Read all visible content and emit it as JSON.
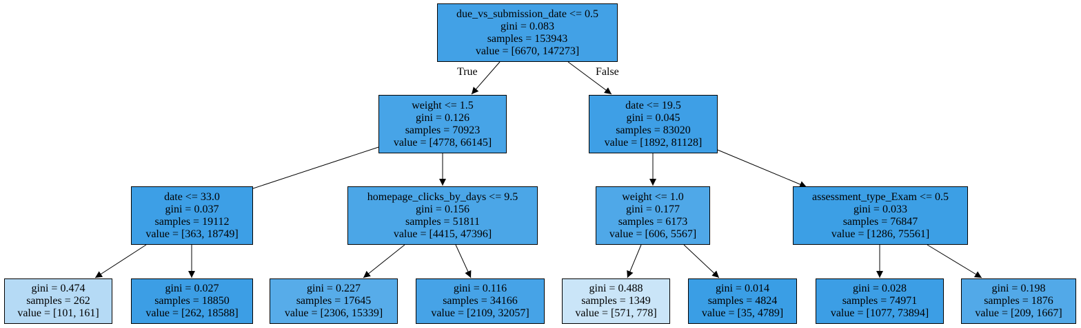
{
  "tree": {
    "branch_labels": {
      "true": "True",
      "false": "False"
    },
    "nodes": {
      "n0": {
        "lines": [
          "due_vs_submission_date <= 0.5",
          "gini = 0.083",
          "samples = 153943",
          "value = [6670, 147273]"
        ],
        "fill": "#42a1e6"
      },
      "n1": {
        "lines": [
          "weight <= 1.5",
          "gini = 0.126",
          "samples = 70923",
          "value = [4778, 66145]"
        ],
        "fill": "#47a4e7"
      },
      "n2": {
        "lines": [
          "date <= 19.5",
          "gini = 0.045",
          "samples = 83020",
          "value = [1892, 81128]"
        ],
        "fill": "#3e9fe6"
      },
      "n3": {
        "lines": [
          "date <= 33.0",
          "gini = 0.037",
          "samples = 19112",
          "value = [363, 18749]"
        ],
        "fill": "#3d9fe6"
      },
      "n4": {
        "lines": [
          "homepage_clicks_by_days <= 9.5",
          "gini = 0.156",
          "samples = 51811",
          "value = [4415, 47396]"
        ],
        "fill": "#4ba6e7"
      },
      "n5": {
        "lines": [
          "weight <= 1.0",
          "gini = 0.177",
          "samples = 6173",
          "value = [606, 5567]"
        ],
        "fill": "#4fa8e8"
      },
      "n6": {
        "lines": [
          "assessment_type_Exam <= 0.5",
          "gini = 0.033",
          "samples = 76847",
          "value = [1286, 75561]"
        ],
        "fill": "#3c9fe5"
      },
      "n7": {
        "lines": [
          "gini = 0.474",
          "samples = 262",
          "value = [101, 161]"
        ],
        "fill": "#b5daf5"
      },
      "n8": {
        "lines": [
          "gini = 0.027",
          "samples = 18850",
          "value = [262, 18588]"
        ],
        "fill": "#3c9ee5"
      },
      "n9": {
        "lines": [
          "gini = 0.227",
          "samples = 17645",
          "value = [2306, 15339]"
        ],
        "fill": "#57ace9"
      },
      "n10": {
        "lines": [
          "gini = 0.116",
          "samples = 34166",
          "value = [2109, 32057]"
        ],
        "fill": "#46a3e7"
      },
      "n11": {
        "lines": [
          "gini = 0.488",
          "samples = 1349",
          "value = [571, 778]"
        ],
        "fill": "#cae5f8"
      },
      "n12": {
        "lines": [
          "gini = 0.014",
          "samples = 4824",
          "value = [35, 4789]"
        ],
        "fill": "#3a9ee5"
      },
      "n13": {
        "lines": [
          "gini = 0.028",
          "samples = 74971",
          "value = [1077, 73894]"
        ],
        "fill": "#3c9ee5"
      },
      "n14": {
        "lines": [
          "gini = 0.198",
          "samples = 1876",
          "value = [209, 1667]"
        ],
        "fill": "#52a9e8"
      }
    },
    "edges": [
      {
        "from": "n0",
        "to": "n1",
        "label": "true"
      },
      {
        "from": "n0",
        "to": "n2",
        "label": "false"
      },
      {
        "from": "n1",
        "to": "n3"
      },
      {
        "from": "n1",
        "to": "n4"
      },
      {
        "from": "n2",
        "to": "n5"
      },
      {
        "from": "n2",
        "to": "n6"
      },
      {
        "from": "n3",
        "to": "n7"
      },
      {
        "from": "n3",
        "to": "n8"
      },
      {
        "from": "n4",
        "to": "n9"
      },
      {
        "from": "n4",
        "to": "n10"
      },
      {
        "from": "n5",
        "to": "n11"
      },
      {
        "from": "n5",
        "to": "n12"
      },
      {
        "from": "n6",
        "to": "n13"
      },
      {
        "from": "n6",
        "to": "n14"
      }
    ]
  }
}
